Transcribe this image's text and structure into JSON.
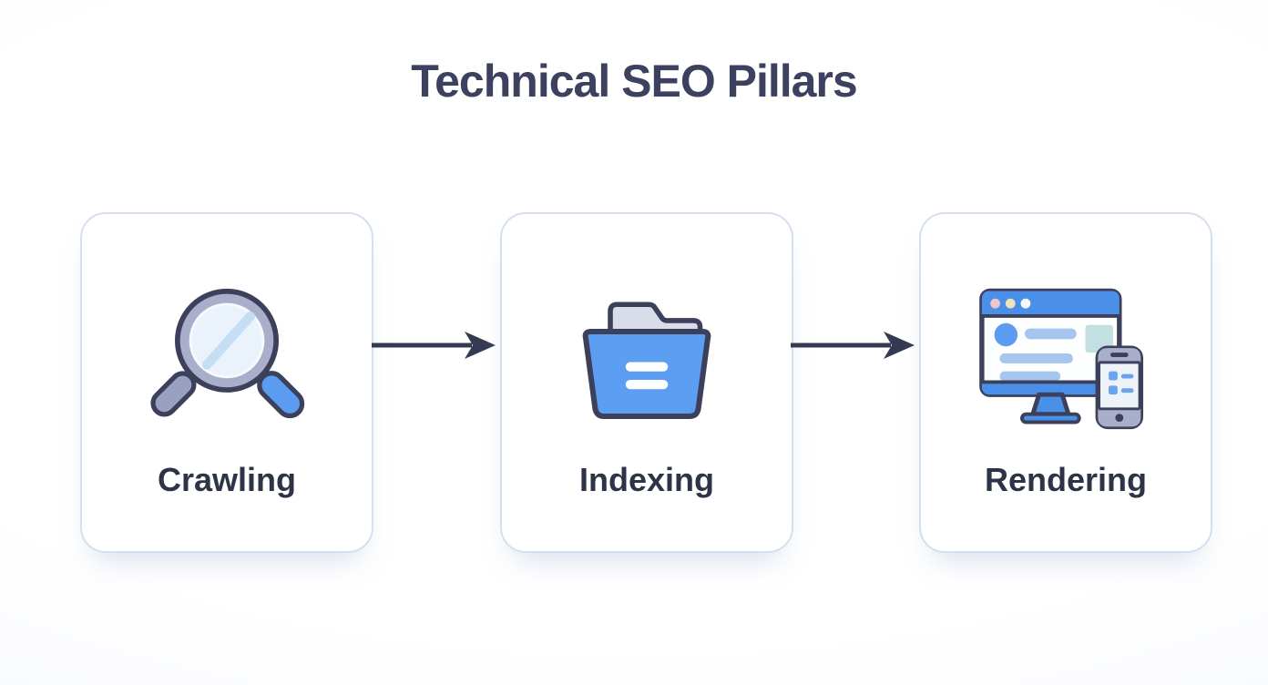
{
  "title": "Technical SEO Pillars",
  "pillars": [
    {
      "label": "Crawling",
      "icon": "magnifier-icon"
    },
    {
      "label": "Indexing",
      "icon": "folder-icon"
    },
    {
      "label": "Rendering",
      "icon": "devices-icon"
    }
  ],
  "connectors": [
    {
      "type": "arrow-right",
      "from": "Crawling",
      "to": "Indexing"
    },
    {
      "type": "arrow-right",
      "from": "Indexing",
      "to": "Rendering"
    }
  ],
  "colors": {
    "title_text": "#3d4160",
    "label_text": "#2e3447",
    "card_background": "#ffffff",
    "card_border": "#d4e0ef",
    "arrow": "#353a52",
    "icon_outline": "#3c405a",
    "blue_primary": "#5b9cf0",
    "blue_bar": "#4a90e8",
    "blue_placeholder": "#a4c6ef",
    "lavender": "#a9aecb",
    "lens_fill": "#eaf3fb",
    "lens_shine": "#c4def4",
    "folder_tab": "#d9dce9",
    "teal_block": "#c2dfe2",
    "dot_pink": "#ecc6c9",
    "dot_cream": "#efe3bd",
    "dot_white": "#f4f8fb"
  }
}
